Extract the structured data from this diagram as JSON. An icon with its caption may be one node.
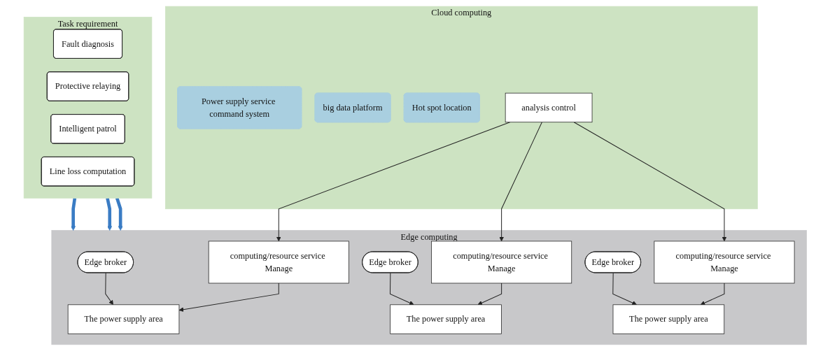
{
  "diagram": {
    "nodes": [
      {
        "text": [
          "Cloud computing"
        ]
      },
      {
        "text": [
          "Power supply service command system"
        ],
        "in": 0
      },
      {
        "text": [
          "big data platform"
        ],
        "in": 0
      },
      {
        "text": [
          "Hot spot location"
        ],
        "in": 0
      },
      {
        "text": [
          "analysis control"
        ],
        "in": 0
      },
      {
        "text": [
          "Edge computing"
        ]
      },
      {
        "text": [
          "Edge broker"
        ],
        "in": 5
      },
      {
        "text": [
          "computing/resource service Manage"
        ],
        "in": 5
      },
      {
        "text": [
          "The power supply area"
        ],
        "in": 5
      },
      {
        "text": [
          "Edge broker"
        ],
        "in": 5
      },
      {
        "text": [
          "computing/resource service Manage"
        ],
        "in": 5
      },
      {
        "text": [
          "The power supply area"
        ],
        "in": 5
      },
      {
        "text": [
          "Edge broker"
        ],
        "in": 5
      },
      {
        "text": [
          "computing/resource service Manage"
        ],
        "in": 5
      },
      {
        "text": [
          "The power supply area"
        ],
        "in": 5
      },
      {
        "text": [
          "Task requirement"
        ]
      },
      {
        "text": [
          "Fault diagnosis"
        ],
        "in": 15
      },
      {
        "text": [
          "Protective relaying"
        ],
        "in": 15
      },
      {
        "text": [
          "Intelligent patrol"
        ],
        "in": 15
      },
      {
        "text": [
          "Line loss computation"
        ],
        "in": 15
      }
    ],
    "edges": [
      {
        "from": 4,
        "to": 7,
        "arrow": "to"
      },
      {
        "from": 4,
        "to": 10,
        "arrow": "to"
      },
      {
        "from": 4,
        "to": 13,
        "arrow": "to"
      },
      {
        "from": 6,
        "to": 8,
        "arrow": "to"
      },
      {
        "from": 7,
        "to": 8,
        "arrow": "to"
      },
      {
        "from": 9,
        "to": 11,
        "arrow": "to"
      },
      {
        "from": 10,
        "to": 11,
        "arrow": "to"
      },
      {
        "from": 12,
        "to": 14,
        "arrow": "to"
      },
      {
        "from": 13,
        "to": 14,
        "arrow": "to"
      },
      {
        "from": 15,
        "to": 5,
        "arrow": "to",
        "style": "thick",
        "color": "#3a7cc4"
      },
      {
        "from": 15,
        "to": 5,
        "arrow": "to",
        "style": "thick",
        "color": "#3a7cc4"
      },
      {
        "from": 15,
        "to": 5,
        "arrow": "to",
        "style": "thick",
        "color": "#3a7cc4"
      }
    ]
  }
}
